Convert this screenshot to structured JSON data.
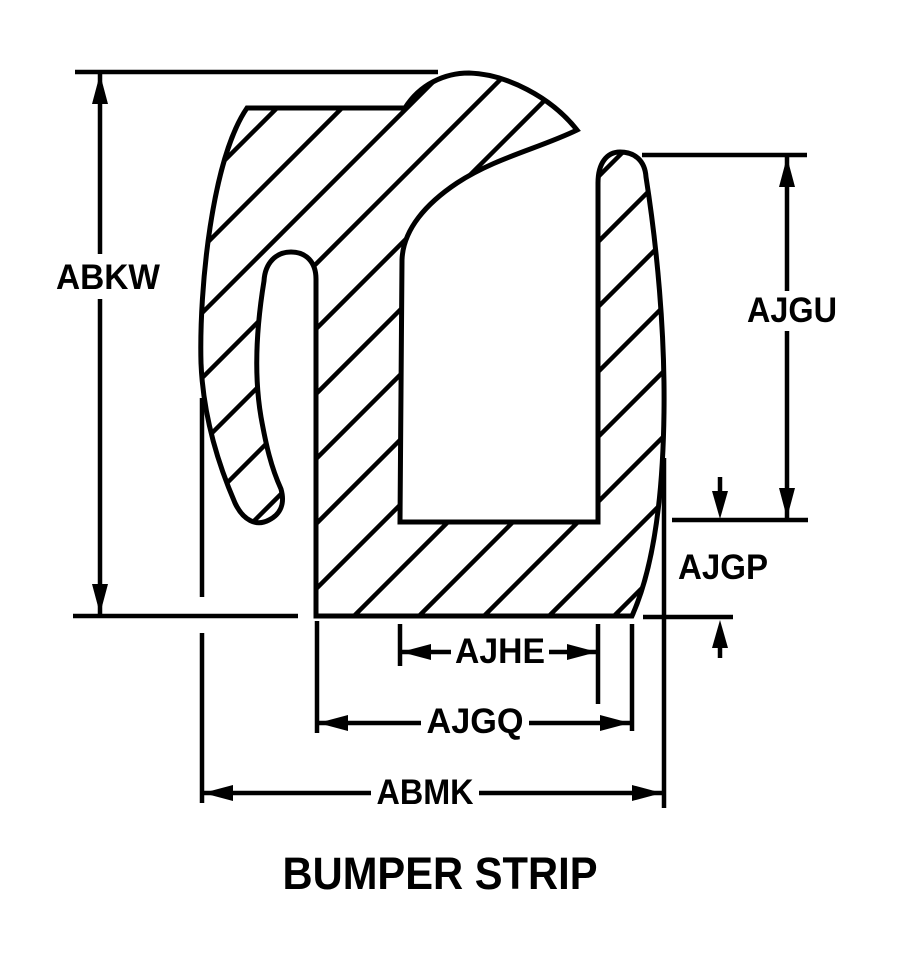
{
  "drawing": {
    "title": "BUMPER STRIP",
    "colors": {
      "line": "#000000",
      "background": "#ffffff"
    },
    "dimensions": {
      "overall_height": {
        "label": "ABKW"
      },
      "channel_depth": {
        "label": "AJGU"
      },
      "base_thickness": {
        "label": "AJGP"
      },
      "inner_width": {
        "label": "AJHE"
      },
      "channel_width": {
        "label": "AJGQ"
      },
      "overall_width": {
        "label": "ABMK"
      }
    }
  }
}
